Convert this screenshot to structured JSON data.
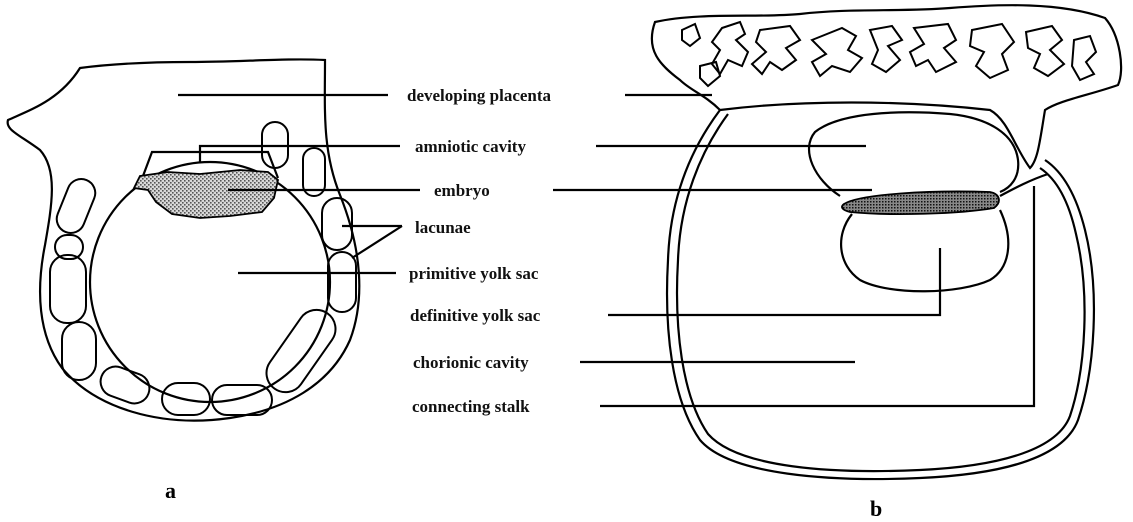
{
  "labels": {
    "developing_placenta": "developing placenta",
    "amniotic_cavity": "amniotic cavity",
    "embryo": "embryo",
    "lacunae": "lacunae",
    "primitive_yolk_sac": "primitive yolk sac",
    "definitive_yolk_sac": "definitive yolk sac",
    "chorionic_cavity": "chorionic cavity",
    "connecting_stalk": "connecting stalk"
  },
  "panels": {
    "a": "a",
    "b": "b"
  },
  "colors": {
    "line": "#000000",
    "embryo_fill": "#b5b5b5",
    "embryo_dark": "#333333"
  }
}
